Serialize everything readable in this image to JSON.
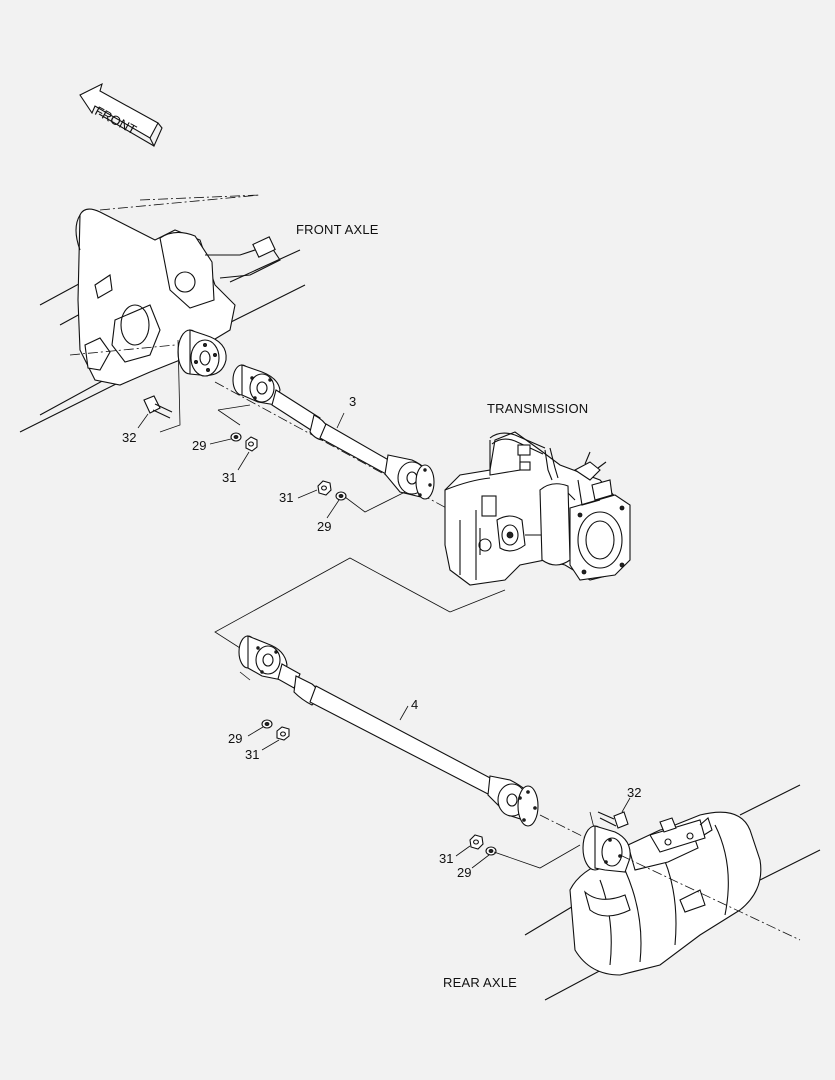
{
  "direction_arrow": {
    "label": "FRONT"
  },
  "assemblies": {
    "front_axle": "FRONT AXLE",
    "transmission": "TRANSMISSION",
    "rear_axle": "REAR AXLE"
  },
  "callouts": [
    {
      "id": "c3",
      "text": "3"
    },
    {
      "id": "c4",
      "text": "4"
    },
    {
      "id": "c32a",
      "text": "32"
    },
    {
      "id": "c29a",
      "text": "29"
    },
    {
      "id": "c31a",
      "text": "31"
    },
    {
      "id": "c31b",
      "text": "31"
    },
    {
      "id": "c29b",
      "text": "29"
    },
    {
      "id": "c29c",
      "text": "29"
    },
    {
      "id": "c31c",
      "text": "31"
    },
    {
      "id": "c32b",
      "text": "32"
    },
    {
      "id": "c31d",
      "text": "31"
    },
    {
      "id": "c29d",
      "text": "29"
    }
  ]
}
